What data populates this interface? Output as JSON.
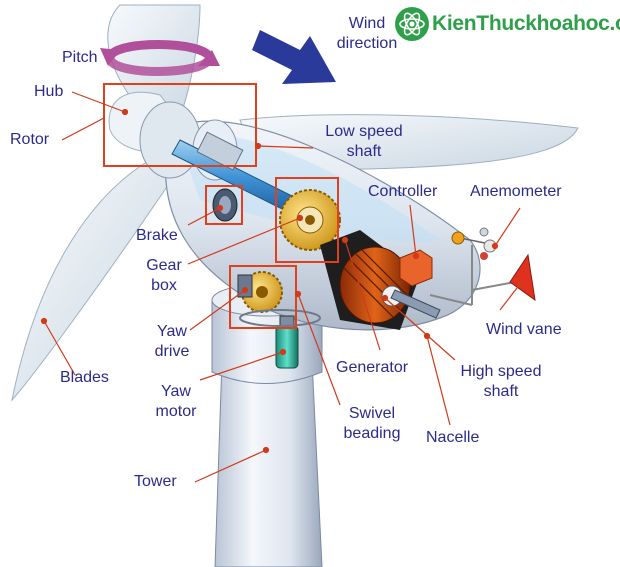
{
  "watermark": "KienThuckhoahoc.org",
  "labels": {
    "pitch": "Pitch",
    "hub": "Hub",
    "rotor": "Rotor",
    "wind_direction_1": "Wind",
    "wind_direction_2": "direction",
    "low_speed_shaft_1": "Low speed",
    "low_speed_shaft_2": "shaft",
    "controller": "Controller",
    "anemometer": "Anemometer",
    "brake": "Brake",
    "gear_box_1": "Gear",
    "gear_box_2": "box",
    "yaw_drive_1": "Yaw",
    "yaw_drive_2": "drive",
    "yaw_motor_1": "Yaw",
    "yaw_motor_2": "motor",
    "blades": "Blades",
    "generator": "Generator",
    "wind_vane": "Wind vane",
    "high_speed_shaft_1": "High speed",
    "high_speed_shaft_2": "shaft",
    "swivel_beading_1": "Swivel",
    "swivel_beading_2": "beading",
    "nacelle": "Nacelle",
    "tower": "Tower"
  },
  "colors": {
    "label_text": "#2b2b8c",
    "leader_line": "#d23a1a",
    "highlight_box": "#e0401c",
    "wind_arrow": "#2a3a9a",
    "pitch_arrow": "#b0509a",
    "watermark": "#2fa04a"
  }
}
